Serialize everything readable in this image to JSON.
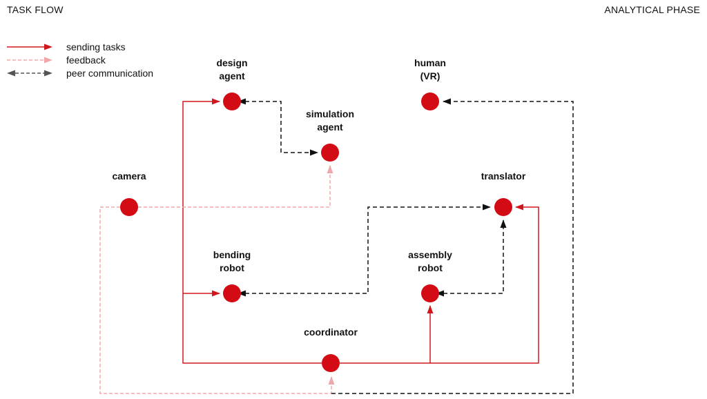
{
  "header": {
    "left_title": "TASK FLOW",
    "right_title": "ANALYTICAL PHASE"
  },
  "legend": {
    "items": [
      {
        "label": "sending tasks",
        "style": "solid",
        "color": "#d0171e"
      },
      {
        "label": "feedback",
        "style": "dashed",
        "color": "#f0a7a9"
      },
      {
        "label": "peer communication",
        "style": "dashed",
        "color": "#444444"
      }
    ]
  },
  "colors": {
    "node": "#d30b14",
    "sending_tasks": "#d0171e",
    "feedback": "#f0a7a9",
    "peer": "#111111"
  },
  "nodes": {
    "design_agent": {
      "line1": "design",
      "line2": "agent"
    },
    "simulation_agent": {
      "line1": "simulation",
      "line2": "agent"
    },
    "human_vr": {
      "line1": "human",
      "line2": "(VR)"
    },
    "camera": {
      "line1": "camera",
      "line2": ""
    },
    "translator": {
      "line1": "translator",
      "line2": ""
    },
    "bending_robot": {
      "line1": "bending",
      "line2": "robot"
    },
    "assembly_robot": {
      "line1": "assembly",
      "line2": "robot"
    },
    "coordinator": {
      "line1": "coordinator",
      "line2": ""
    }
  }
}
